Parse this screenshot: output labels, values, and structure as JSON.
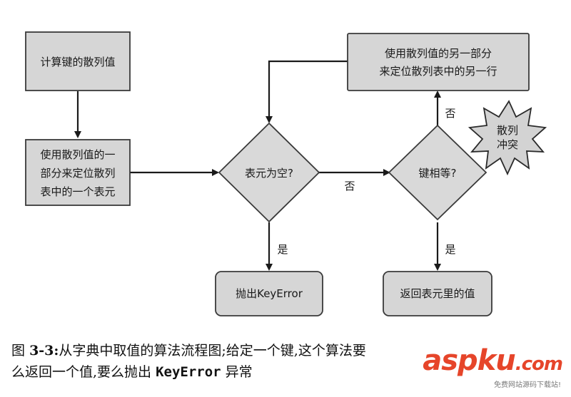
{
  "nodes": {
    "compute_hash": "计算键的散列值",
    "locate_line1": "使用散列值的一",
    "locate_line2": "部分来定位散列",
    "locate_line3": "表中的一个表元",
    "empty_question": "表元为空?",
    "keys_equal_question": "键相等?",
    "other_part_line1": "使用散列值的另一部分",
    "other_part_line2": "来定位散列表中的另一行",
    "raise_keyerror": "抛出KeyError",
    "return_value": "返回表元里的值",
    "collision_line1": "散列",
    "collision_line2": "冲突"
  },
  "edges": {
    "no_label_1": "否",
    "no_label_2": "否",
    "yes_label_1": "是",
    "yes_label_2": "是"
  },
  "caption": {
    "prefix": "图",
    "number": "3-3:",
    "text_line1": "从字典中取值的算法流程图;给定一个键,这个算法要",
    "text_line2_pre": "么返回一个值,要么抛出",
    "code": "KeyError",
    "text_line2_post": "异常"
  },
  "watermark": {
    "asp": "asp",
    "ku": "ku",
    "com": ".com",
    "subtitle": "免费网站源码下载站!"
  },
  "colors": {
    "box_fill": "#d6d6d6",
    "box_stroke": "#3a3a3a",
    "diamond_fill": "#d9d9d9",
    "line": "#1a1a1a",
    "watermark": "#e6452a"
  }
}
